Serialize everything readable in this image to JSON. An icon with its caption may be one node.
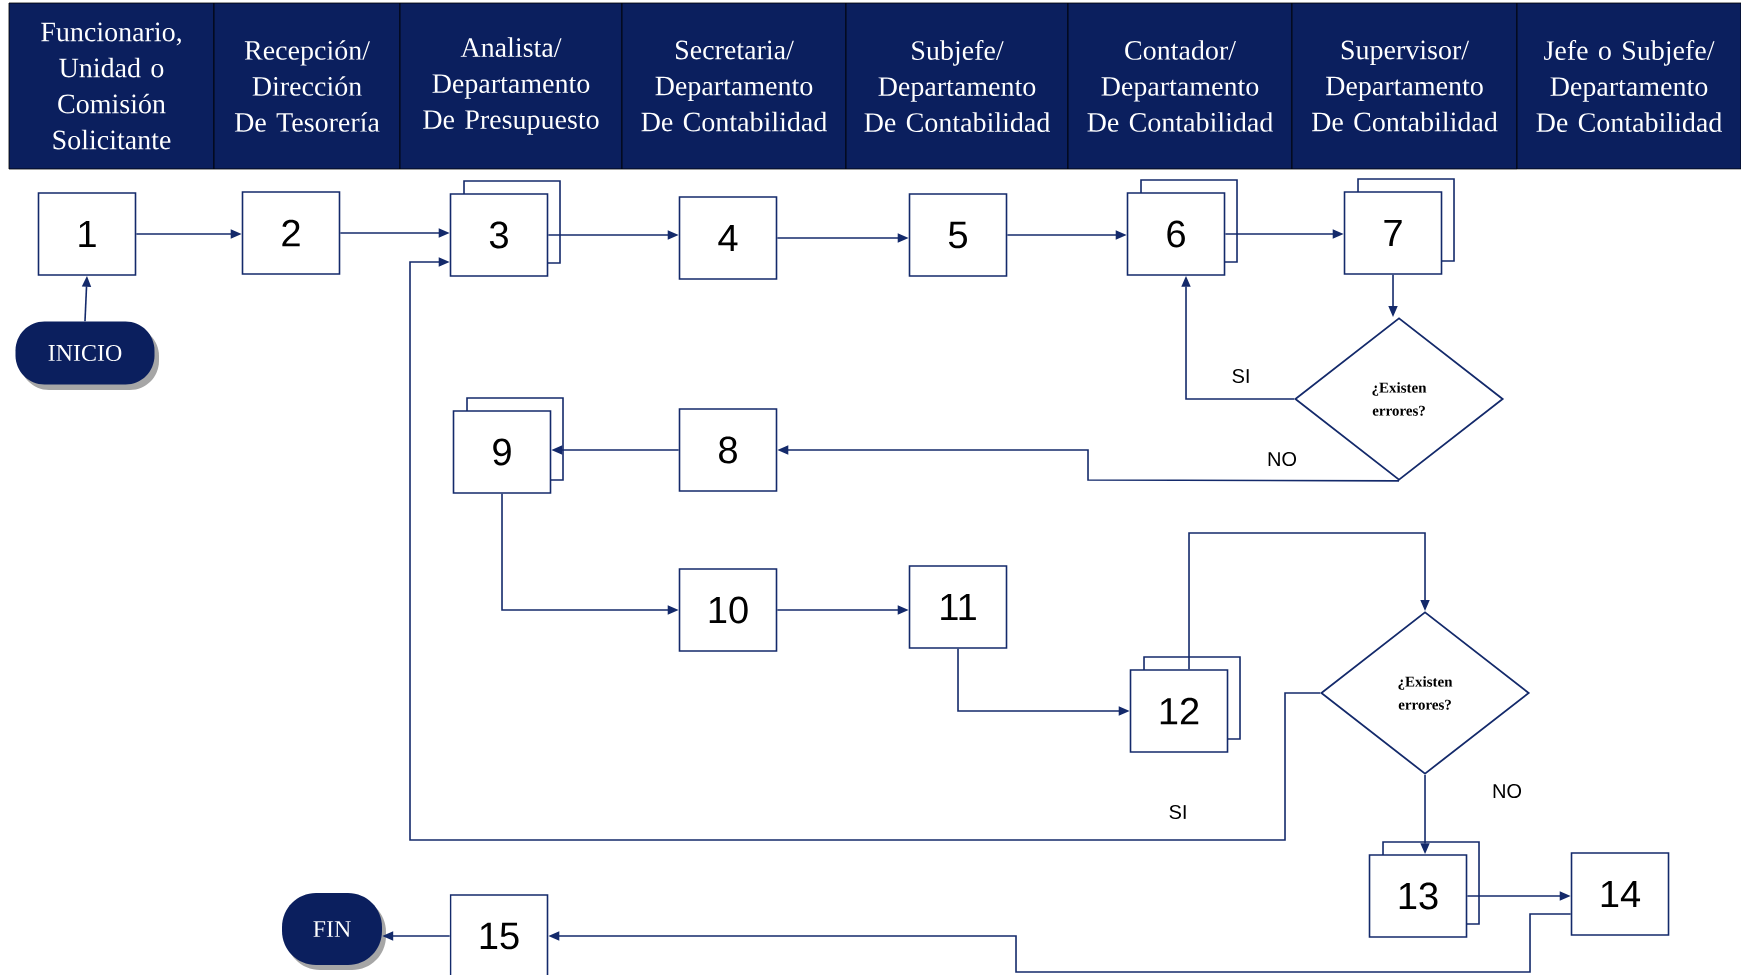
{
  "diagram": {
    "nodes": [
      {
        "text": [
          "Funcionario, Unidad o Comisión Solicitante"
        ]
      },
      {
        "text": [
          "Recepción/ Dirección De Tesorería"
        ]
      },
      {
        "text": [
          "Analista/ Departamento De Presupuesto"
        ]
      },
      {
        "text": [
          "Secretaria/ Departamento De Contabilidad"
        ]
      },
      {
        "text": [
          "Subjefe/ Departamento De Contabilidad"
        ]
      },
      {
        "text": [
          "Contador/ Departamento De Contabilidad"
        ]
      },
      {
        "text": [
          "Supervisor/ Departamento De Contabilidad"
        ]
      },
      {
        "text": [
          "Jefe o Subjefe/ Departamento De Contabilidad"
        ]
      },
      {
        "text": [
          "1"
        ]
      },
      {
        "text": [
          "2"
        ]
      },
      {
        "text": [
          "3"
        ]
      },
      {
        "text": [
          "4"
        ]
      },
      {
        "text": [
          "5"
        ]
      },
      {
        "text": [
          "6"
        ]
      },
      {
        "text": [
          "7"
        ]
      },
      {
        "text": [
          "INICIO"
        ]
      },
      {
        "text": [
          "¿Existen errores?"
        ]
      },
      {
        "text": [
          "9"
        ]
      },
      {
        "text": [
          "8"
        ]
      },
      {
        "text": [
          "10"
        ]
      },
      {
        "text": [
          "11"
        ]
      },
      {
        "text": [
          "¿Existen errores?"
        ]
      },
      {
        "text": [
          "12"
        ]
      },
      {
        "text": [
          "13"
        ]
      },
      {
        "text": [
          "14"
        ]
      },
      {
        "text": [
          "FIN"
        ]
      },
      {
        "text": [
          "15"
        ]
      }
    ],
    "edges": [
      {
        "from": 15,
        "to": 8,
        "arrow": "to"
      },
      {
        "from": 8,
        "to": 9,
        "arrow": "to"
      },
      {
        "from": 9,
        "to": 10,
        "arrow": "to"
      },
      {
        "from": 10,
        "to": 11,
        "arrow": "to"
      },
      {
        "from": 11,
        "to": 12,
        "arrow": "to"
      },
      {
        "from": 12,
        "to": 13,
        "arrow": "to"
      },
      {
        "from": 13,
        "to": 14,
        "arrow": "to"
      },
      {
        "from": 14,
        "to": 16,
        "arrow": "to"
      },
      {
        "from": 16,
        "to": 13,
        "arrow": "to",
        "label": "SI"
      },
      {
        "from": 16,
        "to": 18,
        "arrow": "to",
        "label": "NO"
      },
      {
        "from": 18,
        "to": 17,
        "arrow": "to"
      },
      {
        "from": 17,
        "to": 19,
        "arrow": "to"
      },
      {
        "from": 19,
        "to": 20,
        "arrow": "to"
      },
      {
        "from": 20,
        "to": 22,
        "arrow": "to"
      },
      {
        "from": 22,
        "to": 21,
        "arrow": "to"
      },
      {
        "from": 21,
        "to": 23,
        "arrow": "to",
        "label": "NO"
      },
      {
        "from": 21,
        "to": 10,
        "arrow": "to",
        "label": "SI"
      },
      {
        "from": 23,
        "to": 24,
        "arrow": "to"
      },
      {
        "from": 24,
        "to": 26,
        "arrow": "to"
      },
      {
        "from": 26,
        "to": 25,
        "arrow": "to"
      }
    ]
  }
}
